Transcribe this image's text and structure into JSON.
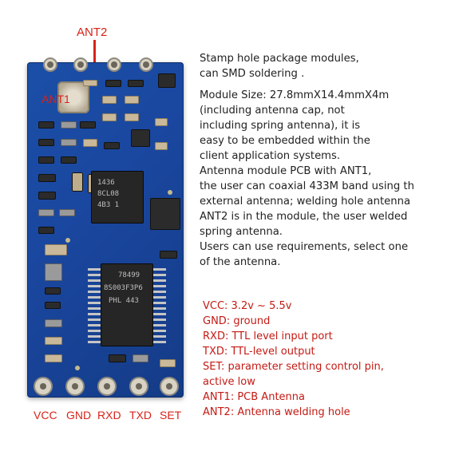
{
  "labels": {
    "ant2": "ANT2",
    "ant1": "ANT1"
  },
  "pins": [
    {
      "label": "VCC"
    },
    {
      "label": "GND"
    },
    {
      "label": "RXD"
    },
    {
      "label": "TXD"
    },
    {
      "label": "SET"
    }
  ],
  "chips": {
    "top": [
      "1436",
      "8CL08",
      "4B3 1"
    ],
    "main": [
      "78499",
      "8S003F3P6",
      "PHL 443"
    ]
  },
  "description": {
    "intro": [
      "Stamp hole package modules,",
      "can SMD soldering ."
    ],
    "body": [
      "Module Size: 27.8mmX14.4mmX4m",
      "(including antenna cap, not",
      "including spring antenna), it is",
      "easy to be embedded within the",
      "client application systems.",
      "Antenna module PCB with ANT1,",
      "the user can coaxial 433M band using th",
      "external antenna; welding hole antenna",
      "ANT2 is in the module, the user welded",
      "spring antenna.",
      "Users can use requirements, select one",
      "of the antenna."
    ]
  },
  "specs": [
    "VCC: 3.2v ~ 5.5v",
    "GND: ground",
    "RXD: TTL level input port",
    "TXD: TTL-level output",
    "SET: parameter setting control pin,",
    "active low",
    "ANT1: PCB Antenna",
    "ANT2: Antenna welding hole"
  ],
  "colors": {
    "board": "#1a47a0",
    "label_red": "#d8231a",
    "spec_red": "#c41a14",
    "text": "#222222"
  }
}
